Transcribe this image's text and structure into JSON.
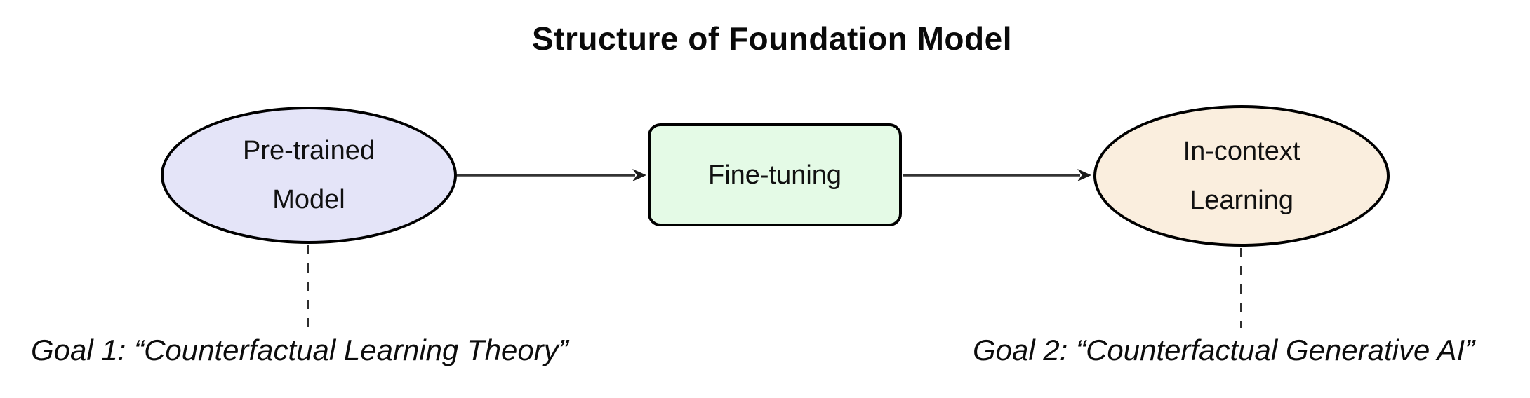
{
  "title": "Structure of Foundation Model",
  "diagram": {
    "type": "flow-left-to-right",
    "nodes": {
      "pretrained": {
        "label": "Pre-trained\nModel",
        "shape": "ellipse",
        "fill": "#E4E4F8"
      },
      "finetuning": {
        "label": "Fine-tuning",
        "shape": "rounded-rectangle",
        "fill": "#E4FAE6"
      },
      "incontext": {
        "label": "In-context\nLearning",
        "shape": "ellipse",
        "fill": "#FAEEDE"
      }
    },
    "edges": [
      {
        "from": "pretrained",
        "to": "finetuning",
        "style": "solid-arrow"
      },
      {
        "from": "finetuning",
        "to": "incontext",
        "style": "solid-arrow"
      },
      {
        "from": "pretrained",
        "to": "goal1",
        "style": "dashed-line"
      },
      {
        "from": "incontext",
        "to": "goal2",
        "style": "dashed-line"
      }
    ],
    "colors": {
      "node_stroke": "#000000",
      "arrow": "#333333",
      "dashed_line": "#2E2E2E",
      "text": "#0A0A0A",
      "background": "#FFFFFF"
    }
  },
  "goals": {
    "goal1": "Goal 1: “Counterfactual Learning Theory”",
    "goal2": "Goal 2: “Counterfactual Generative AI”"
  }
}
